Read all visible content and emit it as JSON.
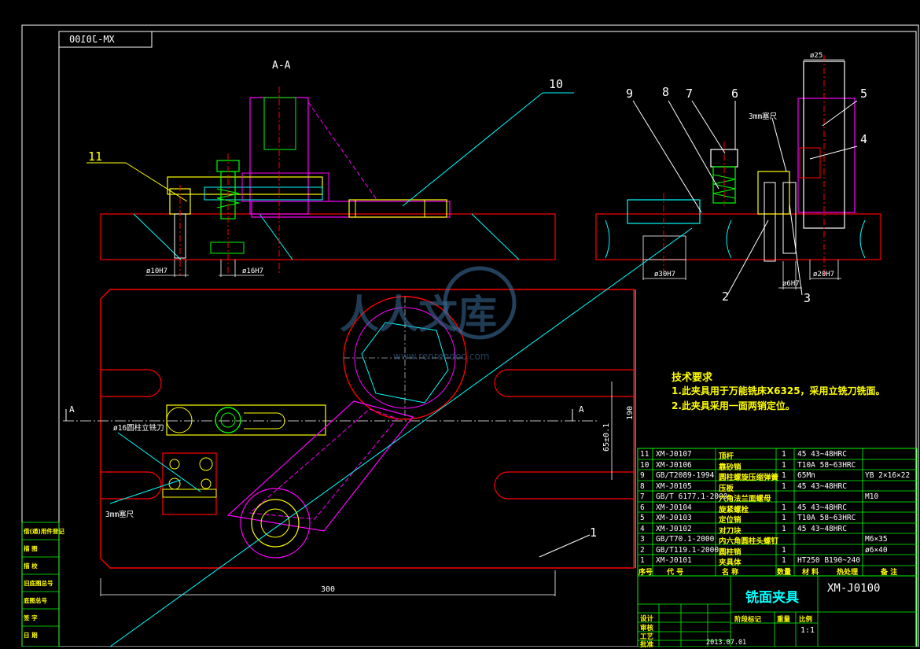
{
  "drawing": {
    "code_flipped": "XM-J0100",
    "section": "A-A",
    "section_left": "A",
    "section_right": "A",
    "watermark_cn": "人人文库",
    "watermark_url": "www.renrendoc.com",
    "balloons": {
      "b1": "1",
      "b2": "2",
      "b3": "3",
      "b4": "4",
      "b5": "5",
      "b6": "6",
      "b7": "7",
      "b8": "8",
      "b9": "9",
      "b10": "10",
      "b11": "11"
    },
    "dims": {
      "d300": "300",
      "d190": "190",
      "d65": "65±0.1",
      "dia10": "ø10H7",
      "dia16": "ø16H7",
      "dia30": "ø30H7",
      "dia6": "ø6H7",
      "dia20": "ø20H7",
      "dia25": "ø25",
      "tool": "ø16圆柱立铣刀",
      "feeler1": "3mm塞尺",
      "feeler2": "3mm塞尺"
    }
  },
  "requirements": {
    "title": "技术要求",
    "line1": "1.此夹具用于万能铣床X6325，采用立铣刀铣面。",
    "line2": "2.此夹具采用一面两销定位。"
  },
  "bom": {
    "rows": [
      {
        "no": "11",
        "code": "XM-J0107",
        "name": "顶杆",
        "qty": "1",
        "mat": "45  43~48HRC",
        "note": ""
      },
      {
        "no": "10",
        "code": "XM-J0106",
        "name": "靠砂销",
        "qty": "1",
        "mat": "T10A 58~63HRC",
        "note": ""
      },
      {
        "no": "9",
        "code": "GB/T2089-1994",
        "name": "圆柱螺旋压缩弹簧",
        "qty": "1",
        "mat": "65Mn",
        "note": "YB 2×16×22"
      },
      {
        "no": "8",
        "code": "XM-J0105",
        "name": "压板",
        "qty": "1",
        "mat": "45  43~48HRC",
        "note": ""
      },
      {
        "no": "7",
        "code": "GB/T 6177.1-2000",
        "name": "六角法兰面螺母",
        "qty": "",
        "mat": "",
        "note": "M10"
      },
      {
        "no": "6",
        "code": "XM-J0104",
        "name": "旋紧螺栓",
        "qty": "1",
        "mat": "45  43~48HRC",
        "note": ""
      },
      {
        "no": "5",
        "code": "XM-J0103",
        "name": "定位销",
        "qty": "1",
        "mat": "T10A 58~63HRC",
        "note": ""
      },
      {
        "no": "4",
        "code": "XM-J0102",
        "name": "对刀块",
        "qty": "1",
        "mat": "45  43~48HRC",
        "note": ""
      },
      {
        "no": "3",
        "code": "GB/T70.1-2000",
        "name": "内六角圆柱头螺钉",
        "qty": "",
        "mat": "",
        "note": "M6×35"
      },
      {
        "no": "2",
        "code": "GB/T119.1-2000",
        "name": "圆柱销",
        "qty": "1",
        "mat": "",
        "note": "ø6×40"
      },
      {
        "no": "1",
        "code": "XM-J0101",
        "name": "夹具体",
        "qty": "1",
        "mat": "HT250 B190~240",
        "note": ""
      }
    ],
    "header": [
      "序号",
      "代    号",
      "名    称",
      "数量",
      "材    料",
      "热处理",
      "备    注"
    ]
  },
  "titleblock": {
    "name": "铣面夹具",
    "code": "XM-J0100",
    "scale": "1:1",
    "date": "2013.07.01",
    "rows": [
      "设计",
      "审核",
      "工艺",
      "批准"
    ],
    "labels": [
      "阶段标记",
      "重量",
      "比例"
    ]
  },
  "side_stamps": [
    "借(通)用件登记",
    "描    图",
    "描    校",
    "旧底图总号",
    "底图总号",
    "签    字",
    "日    期"
  ],
  "colors": {
    "frame": "#ffffff",
    "cyan": "#00ffff",
    "magenta": "#ff00ff",
    "red": "#ff0000",
    "green": "#00ff00",
    "yellow": "#ffff00"
  }
}
